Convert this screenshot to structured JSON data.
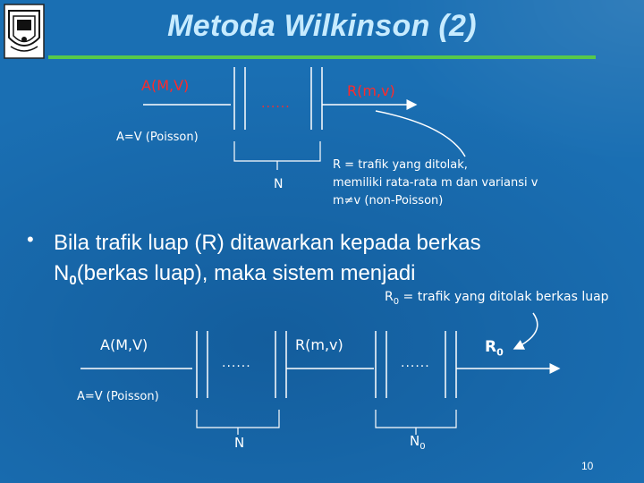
{
  "slide": {
    "title": "Metoda Wilkinson (2)",
    "page_number": "10"
  },
  "diagram_top": {
    "input_label": "A(M,V)",
    "dots": "......",
    "overflow_label": "R(m,v)",
    "poisson_note": "A=V (Poisson)",
    "group_label": "N",
    "explanation_lines": [
      "R = trafik yang ditolak,",
      "memiliki rata-rata m dan variansi v",
      "m≠v (non-Poisson)"
    ]
  },
  "bullet": {
    "line1": "Bila trafik luap (R) ditawarkan kepada berkas",
    "line2_prefix": "N",
    "line2_sub": "0",
    "line2_rest": "(berkas luap), maka sistem menjadi"
  },
  "diagram_bottom": {
    "note_prefix": "R",
    "note_sub": "0",
    "note_rest": " = trafik yang ditolak berkas luap",
    "input_label": "A(M,V)",
    "dots1": "......",
    "overflow_label": "R(m,v)",
    "dots2": "......",
    "output_prefix": "R",
    "output_sub": "0",
    "poisson_note": "A=V (Poisson)",
    "group1_label": "N",
    "group2_prefix": "N",
    "group2_sub": "0"
  },
  "colors": {
    "background": "#1a6fb3",
    "title": "#c7ebff",
    "rule": "#57c94a",
    "top_labels": "#ff2a2a",
    "lines": "#ffffff"
  }
}
